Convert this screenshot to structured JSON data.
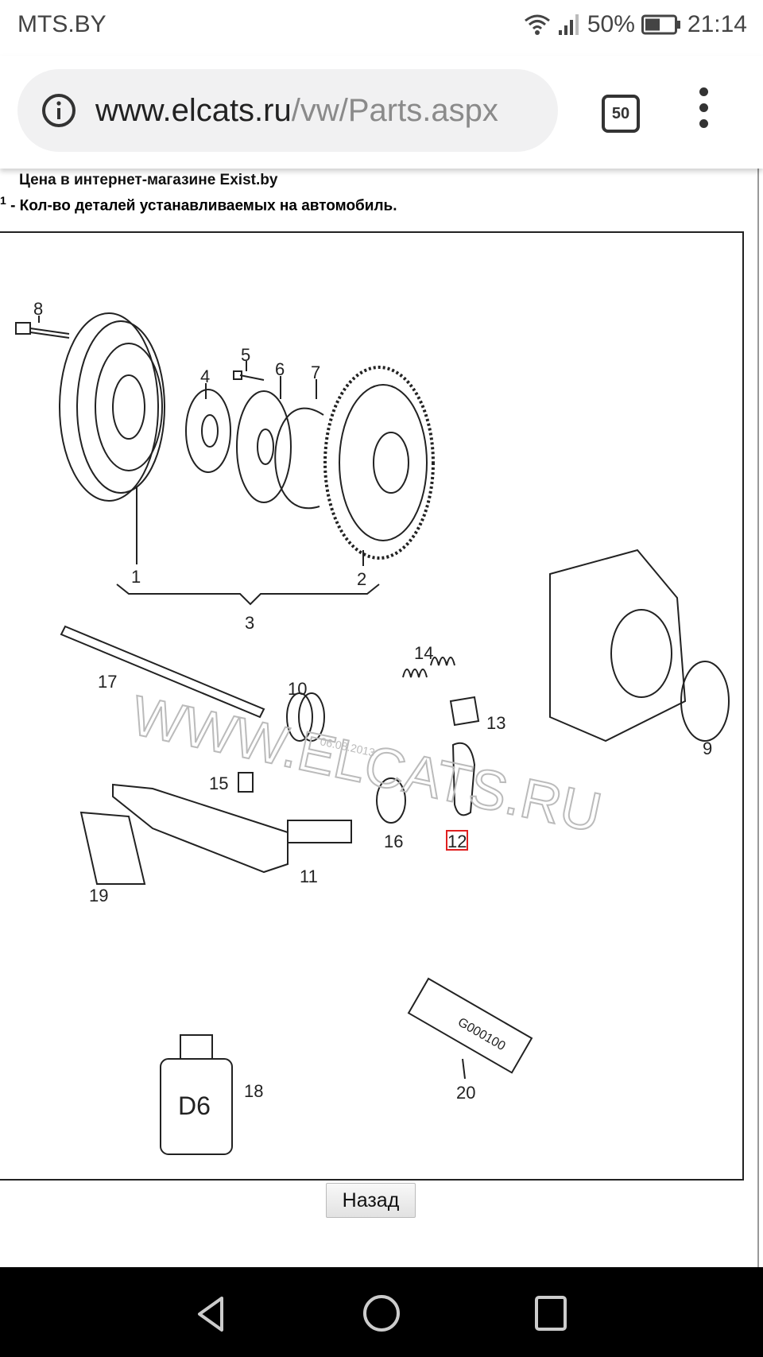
{
  "status_bar": {
    "carrier": "MTS.BY",
    "battery": "50%",
    "time": "21:14"
  },
  "browser": {
    "url_host": "www.elcats.ru",
    "url_path": "/vw/Parts.aspx",
    "tab_count": "50"
  },
  "page": {
    "cut_text": "Цена в интернет-магазине Exist.by",
    "note_marker": "1",
    "note_text": "- Кол-во деталей устанавливаемых на автомобиль.",
    "back_button": "Назад"
  },
  "diagram": {
    "watermark": "WWW.ELCATS.RU",
    "date_stamp": "06.08.2013",
    "tube_label": "G000100",
    "bottle_label": "D6",
    "highlighted_part": "12",
    "parts": [
      "1",
      "2",
      "3",
      "4",
      "5",
      "6",
      "7",
      "8",
      "9",
      "10",
      "11",
      "12",
      "13",
      "14",
      "15",
      "16",
      "17",
      "18",
      "19",
      "20"
    ]
  }
}
